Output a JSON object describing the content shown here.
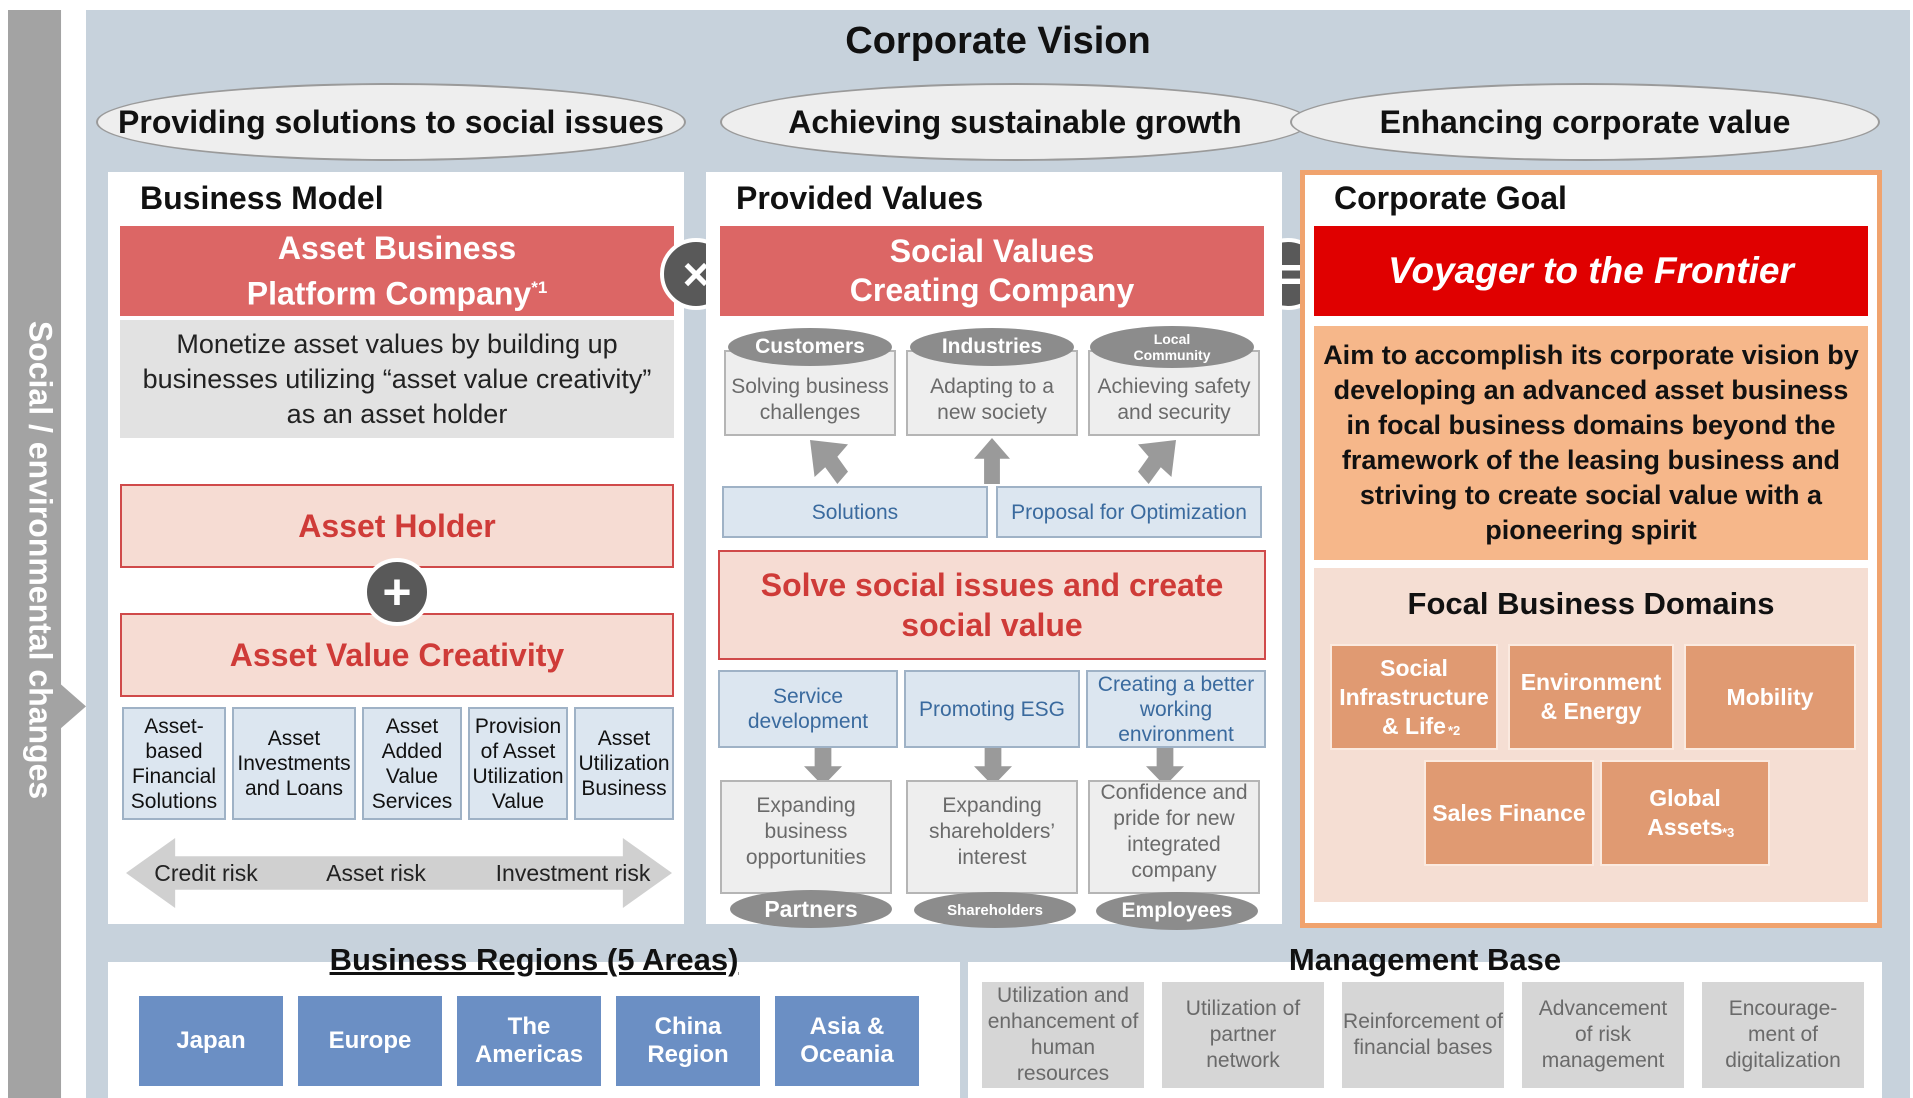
{
  "side_label": "Social / environmental changes",
  "vision": {
    "title": "Corporate Vision",
    "ovals": [
      "Providing solutions to social issues",
      "Achieving sustainable growth",
      "Enhancing corporate value"
    ]
  },
  "business_model": {
    "title": "Business Model",
    "headline_line1": "Asset Business",
    "headline_line2": "Platform Company",
    "headline_note": "*1",
    "description": "Monetize asset values by building up businesses utilizing “asset value creativity” as an asset holder",
    "asset_holder": "Asset Holder",
    "plus_symbol": "+",
    "asset_value_creativity": "Asset Value Creativity",
    "services": [
      "Asset-based Financial Solutions",
      "Asset Investments and Loans",
      "Asset Added Value Services",
      "Provision of Asset Utilization Value",
      "Asset Utilization Business"
    ],
    "risks": [
      "Credit risk",
      "Asset risk",
      "Investment risk"
    ]
  },
  "operators": {
    "times": "×",
    "equals": "="
  },
  "provided_values": {
    "title": "Provided Values",
    "headline_line1": "Social Values",
    "headline_line2": "Creating Company",
    "stakeholders_top": [
      {
        "label": "Customers",
        "value": "Solving business challenges"
      },
      {
        "label": "Industries",
        "value": "Adapting to a new society"
      },
      {
        "label": "Local Community",
        "value": "Achieving safety and security"
      }
    ],
    "solutions": "Solutions",
    "proposal": "Proposal for Optimization",
    "central": "Solve social issues and create social value",
    "actions": [
      "Service development",
      "Promoting ESG",
      "Creating a better working environment"
    ],
    "stakeholders_bottom": [
      {
        "label": "Partners",
        "value": "Expanding business opportunities"
      },
      {
        "label": "Shareholders",
        "value": "Expanding shareholders’ interest"
      },
      {
        "label": "Employees",
        "value": "Confidence and pride for new integrated company"
      }
    ]
  },
  "corporate_goal": {
    "title": "Corporate Goal",
    "banner": "Voyager to the Frontier",
    "statement": "Aim to accomplish its corporate vision by developing an advanced asset business in focal business domains beyond the framework of the leasing business and striving to create social value with a pioneering spirit",
    "domains_title": "Focal Business Domains",
    "domains": [
      {
        "label": "Social Infrastructure & Life",
        "note": "*2"
      },
      {
        "label": "Environment & Energy",
        "note": ""
      },
      {
        "label": "Mobility",
        "note": ""
      },
      {
        "label": "Sales Finance",
        "note": ""
      },
      {
        "label": "Global Assets",
        "note": "*3"
      }
    ]
  },
  "regions": {
    "title": "Business Regions (5 Areas)",
    "items": [
      "Japan",
      "Europe",
      "The Americas",
      "China Region",
      "Asia & Oceania"
    ]
  },
  "management_base": {
    "title": "Management Base",
    "items": [
      "Utilization and enhancement of human resources",
      "Utilization of partner network",
      "Reinforcement of financial bases",
      "Advancement of risk management",
      "Encourage-ment of digitalization"
    ]
  },
  "colors": {
    "accent_red": "#e00000",
    "bar_red": "#dc6665",
    "orange": "#f0a36e",
    "region_blue": "#6b8fc4"
  }
}
